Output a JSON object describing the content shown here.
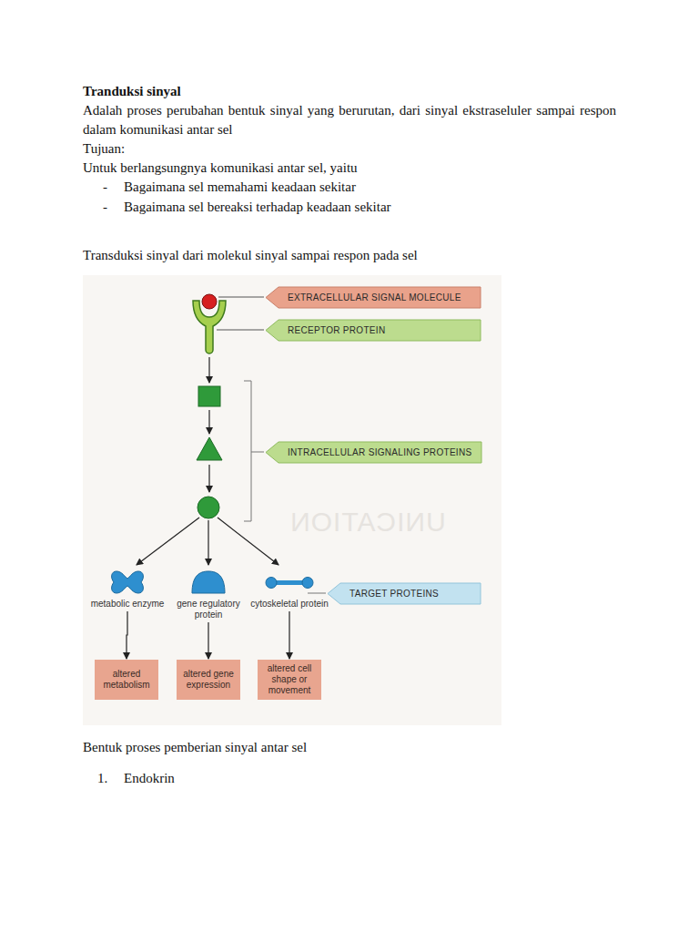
{
  "diagram": {
    "title": "Tranduksi sinyal",
    "nodes": [
      {
        "text": [
          "EXTRACELLULAR SIGNAL MOLECULE"
        ]
      },
      {
        "text": [
          "RECEPTOR PROTEIN"
        ]
      },
      {
        "text": [
          "INTRACELLULAR SIGNALING PROTEINS"
        ]
      },
      {
        "text": [
          "metabolic enzyme"
        ]
      },
      {
        "text": [
          "gene regulatory protein"
        ]
      },
      {
        "text": [
          "cytoskeletal protein"
        ]
      },
      {
        "text": [
          "TARGET PROTEINS"
        ]
      },
      {
        "text": [
          "altered metabolism"
        ]
      },
      {
        "text": [
          "altered gene expression"
        ]
      },
      {
        "text": [
          "altered cell shape or movement"
        ]
      }
    ],
    "edges": [
      {
        "from": 3,
        "to": 7,
        "arrow": "to"
      },
      {
        "from": 4,
        "to": 8,
        "arrow": "to"
      },
      {
        "from": 5,
        "to": 9,
        "arrow": "to"
      }
    ],
    "labels": [
      "Adalah proses perubahan bentuk sinyal yang berurutan, dari sinyal ekstraseluler sampai respon dalam komunikasi antar sel",
      "Tujuan:",
      "Untuk berlangsungnya komunikasi antar sel, yaitu",
      "-",
      "Bagaimana sel memahami keadaan sekitar",
      "-",
      "Bagaimana sel bereaksi terhadap keadaan sekitar",
      "Transduksi sinyal dari molekul sinyal sampai respon pada sel",
      "UNICATION",
      "Bentuk proses pemberian sinyal antar sel",
      "1.",
      "Endokrin"
    ]
  }
}
